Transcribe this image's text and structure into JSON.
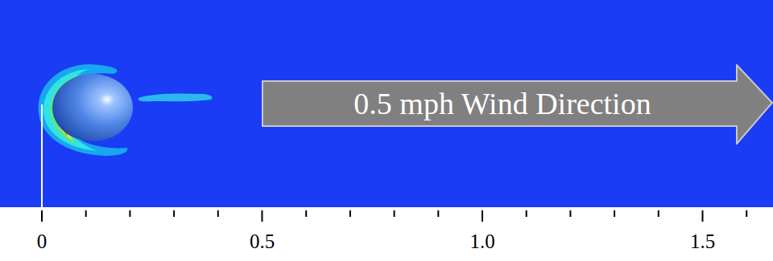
{
  "diagram": {
    "nodes": [
      {
        "text": [
          "0.5 mph Wind Direction"
        ]
      }
    ],
    "labels": [
      "0",
      "0.5",
      "1.0",
      "1.5"
    ]
  }
}
